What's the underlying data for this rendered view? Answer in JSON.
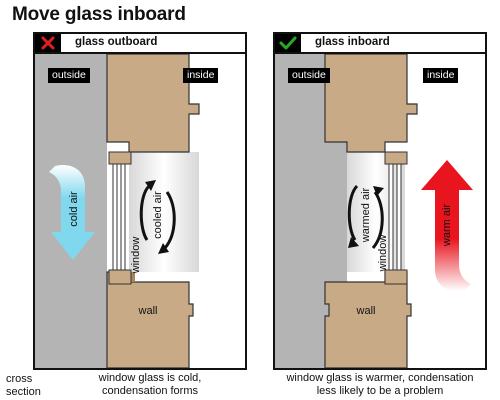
{
  "title": "Move glass inboard",
  "left_panel": {
    "mark": "cross-mark-icon",
    "mark_color": "#e02020",
    "header": "glass outboard",
    "outside_tag": "outside",
    "inside_tag": "inside",
    "air_label": "cold air",
    "circulation_label": "cooled air",
    "window_label": "window",
    "wall_label": "wall",
    "air_color": "#7fd8ee",
    "caption_line1": "window glass is cold,",
    "caption_line2": "condensation forms"
  },
  "right_panel": {
    "mark": "check-mark-icon",
    "mark_color": "#2aa82a",
    "header": "glass inboard",
    "outside_tag": "outside",
    "inside_tag": "inside",
    "air_label": "warm air",
    "circulation_label": "warmed air",
    "window_label": "window",
    "wall_label": "wall",
    "air_color": "#e8141e",
    "caption_line1": "window glass is warmer, condensation",
    "caption_line2": "less likely to be a problem"
  },
  "footnote_line1": "cross",
  "footnote_line2": "section",
  "colors": {
    "outside_gray": "#b4b4b4",
    "timber": "#c8ab86",
    "timber_dark": "#a8875f"
  }
}
